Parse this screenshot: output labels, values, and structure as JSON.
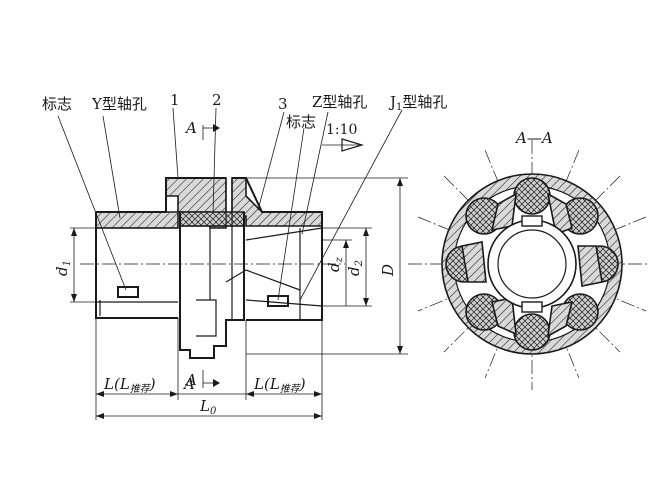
{
  "labels": {
    "mark_left": "标志",
    "y_bore": "Y型轴孔",
    "part_1": "1",
    "part_2": "2",
    "part_3": "3",
    "z_bore": "Z型轴孔",
    "j1_bore_j": "J",
    "j1_bore_sub": "1",
    "j1_bore_rest": "型轴孔",
    "mark_right": "标志",
    "taper": "1:10",
    "section_top": "A",
    "section_bottom": "A",
    "section_view": "A—A"
  },
  "dimensions": {
    "d1_main": "d",
    "d1_sub": "1",
    "dz_main": "d",
    "dz_sub": "z",
    "d2_main": "d",
    "d2_sub": "2",
    "D": "D",
    "L_left_main": "L(L",
    "L_left_sub": "推荐",
    "L_left_close": ")",
    "A_gap": "A",
    "L_right_main": "L(L",
    "L_right_sub": "推荐",
    "L_right_close": ")",
    "L0_main": "L",
    "L0_sub": "0"
  }
}
